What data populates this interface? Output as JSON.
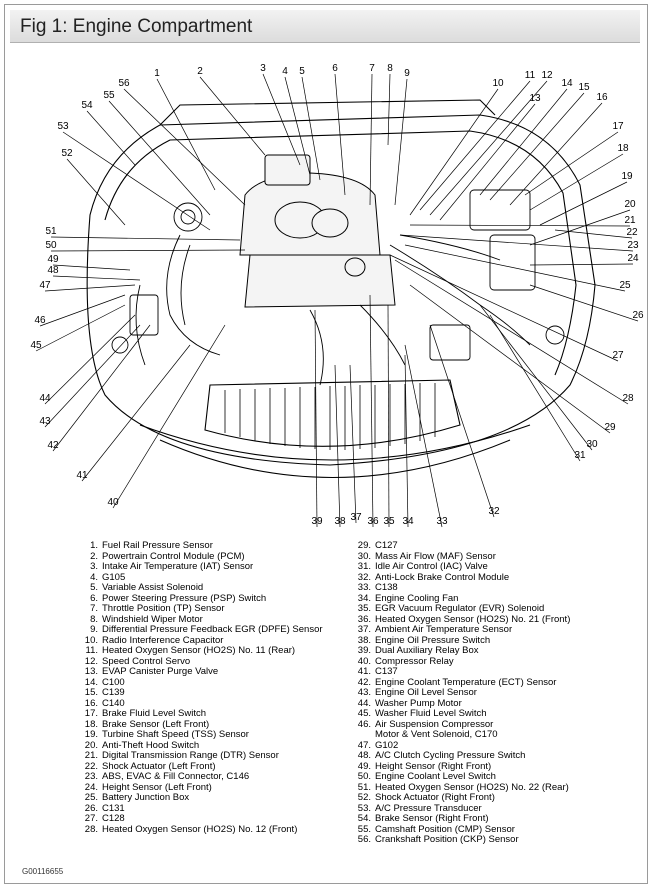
{
  "header": {
    "title": "Fig 1: Engine Compartment"
  },
  "figure_code": "G00116655",
  "legend_left": [
    {
      "num": "1.",
      "text": "Fuel Rail Pressure Sensor"
    },
    {
      "num": "2.",
      "text": "Powertrain Control Module (PCM)"
    },
    {
      "num": "3.",
      "text": "Intake Air Temperature (IAT) Sensor"
    },
    {
      "num": "4.",
      "text": "G105"
    },
    {
      "num": "5.",
      "text": "Variable Assist Solenoid"
    },
    {
      "num": "6.",
      "text": "Power Steering Pressure (PSP) Switch"
    },
    {
      "num": "7.",
      "text": "Throttle Position (TP) Sensor"
    },
    {
      "num": "8.",
      "text": "Windshield Wiper Motor"
    },
    {
      "num": "9.",
      "text": "Differential Pressure Feedback EGR (DPFE) Sensor"
    },
    {
      "num": "10.",
      "text": "Radio Interference Capacitor"
    },
    {
      "num": "11.",
      "text": "Heated Oxygen Sensor (HO2S) No. 11 (Rear)"
    },
    {
      "num": "12.",
      "text": "Speed Control Servo"
    },
    {
      "num": "13.",
      "text": "EVAP Canister Purge Valve"
    },
    {
      "num": "14.",
      "text": "C100"
    },
    {
      "num": "15.",
      "text": "C139"
    },
    {
      "num": "16.",
      "text": "C140"
    },
    {
      "num": "17.",
      "text": "Brake Fluid Level Switch"
    },
    {
      "num": "18.",
      "text": "Brake Sensor (Left Front)"
    },
    {
      "num": "19.",
      "text": "Turbine Shaft Speed (TSS) Sensor"
    },
    {
      "num": "20.",
      "text": "Anti-Theft Hood Switch"
    },
    {
      "num": "21.",
      "text": "Digital Transmission Range (DTR) Sensor"
    },
    {
      "num": "22.",
      "text": "Shock Actuator (Left Front)"
    },
    {
      "num": "23.",
      "text": "ABS, EVAC & Fill Connector, C146"
    },
    {
      "num": "24.",
      "text": "Height Sensor (Left Front)"
    },
    {
      "num": "25.",
      "text": "Battery Junction Box"
    },
    {
      "num": "26.",
      "text": "C131"
    },
    {
      "num": "27.",
      "text": "C128"
    },
    {
      "num": "28.",
      "text": "Heated Oxygen Sensor (HO2S) No. 12 (Front)"
    }
  ],
  "legend_right": [
    {
      "num": "29.",
      "text": "C127"
    },
    {
      "num": "30.",
      "text": "Mass Air Flow (MAF) Sensor"
    },
    {
      "num": "31.",
      "text": "Idle Air Control (IAC) Valve"
    },
    {
      "num": "32.",
      "text": "Anti-Lock Brake Control Module"
    },
    {
      "num": "33.",
      "text": "C138"
    },
    {
      "num": "34.",
      "text": "Engine Cooling Fan"
    },
    {
      "num": "35.",
      "text": "EGR Vacuum Regulator (EVR) Solenoid"
    },
    {
      "num": "36.",
      "text": "Heated Oxygen Sensor (HO2S) No. 21 (Front)"
    },
    {
      "num": "37.",
      "text": "Ambient Air Temperature Sensor"
    },
    {
      "num": "38.",
      "text": "Engine Oil Pressure Switch"
    },
    {
      "num": "39.",
      "text": "Dual Auxiliary Relay Box"
    },
    {
      "num": "40.",
      "text": "Compressor Relay"
    },
    {
      "num": "41.",
      "text": "C137"
    },
    {
      "num": "42.",
      "text": "Engine Coolant Temperature (ECT) Sensor"
    },
    {
      "num": "43.",
      "text": "Engine Oil Level Sensor"
    },
    {
      "num": "44.",
      "text": "Washer Pump Motor"
    },
    {
      "num": "45.",
      "text": "Washer Fluid Level Switch"
    },
    {
      "num": "46.",
      "text": "Air Suspension Compressor"
    },
    {
      "num": "",
      "text": "Motor & Vent Solenoid, C170"
    },
    {
      "num": "47.",
      "text": "G102"
    },
    {
      "num": "48.",
      "text": "A/C Clutch Cycling Pressure Switch"
    },
    {
      "num": "49.",
      "text": "Height Sensor (Right Front)"
    },
    {
      "num": "50.",
      "text": "Engine Coolant Level Switch"
    },
    {
      "num": "51.",
      "text": "Heated Oxygen Sensor (HO2S) No. 22 (Rear)"
    },
    {
      "num": "52.",
      "text": "Shock Actuator (Right Front)"
    },
    {
      "num": "53.",
      "text": "A/C Pressure Transducer"
    },
    {
      "num": "54.",
      "text": "Brake Sensor (Right Front)"
    },
    {
      "num": "55.",
      "text": "Camshaft Position (CMP) Sensor"
    },
    {
      "num": "56.",
      "text": "Crankshaft Position (CKP) Sensor"
    }
  ],
  "callouts": [
    "1",
    "2",
    "3",
    "4",
    "5",
    "6",
    "7",
    "8",
    "9",
    "10",
    "11",
    "12",
    "13",
    "14",
    "15",
    "16",
    "17",
    "18",
    "19",
    "20",
    "21",
    "22",
    "23",
    "24",
    "25",
    "26",
    "27",
    "28",
    "29",
    "30",
    "31",
    "32",
    "33",
    "34",
    "35",
    "36",
    "37",
    "38",
    "39",
    "40",
    "41",
    "42",
    "43",
    "44",
    "45",
    "46",
    "47",
    "48",
    "49",
    "50",
    "51",
    "52",
    "53",
    "54",
    "55",
    "56"
  ]
}
